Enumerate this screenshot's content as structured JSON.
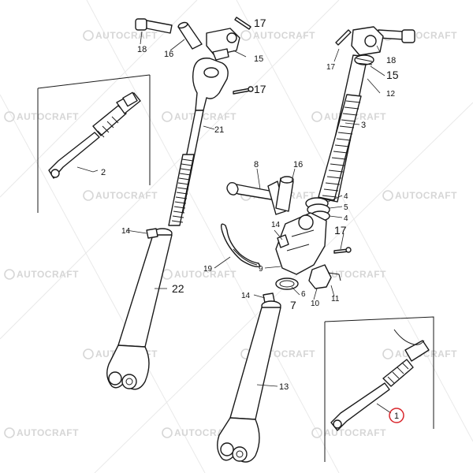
{
  "watermark": {
    "text": "AUTOCRAFT"
  },
  "callouts": {
    "c1": "1",
    "c2": "2",
    "c3": "3",
    "c4a": "4",
    "c4b": "4",
    "c5": "5",
    "c6": "6",
    "c7": "7",
    "c8": "8",
    "c9": "9",
    "c10": "10",
    "c11": "11",
    "c12": "12",
    "c13": "13",
    "c14a": "14",
    "c14b": "14",
    "c14c": "14",
    "c15a": "15",
    "c15b": "15",
    "c16a": "16",
    "c16b": "16",
    "c17a": "17",
    "c17b": "17",
    "c17c": "17",
    "c17d": "17",
    "c18a": "18",
    "c18b": "18",
    "c19": "19",
    "c21": "21",
    "c22": "22"
  },
  "highlight_color": "#d9262c"
}
